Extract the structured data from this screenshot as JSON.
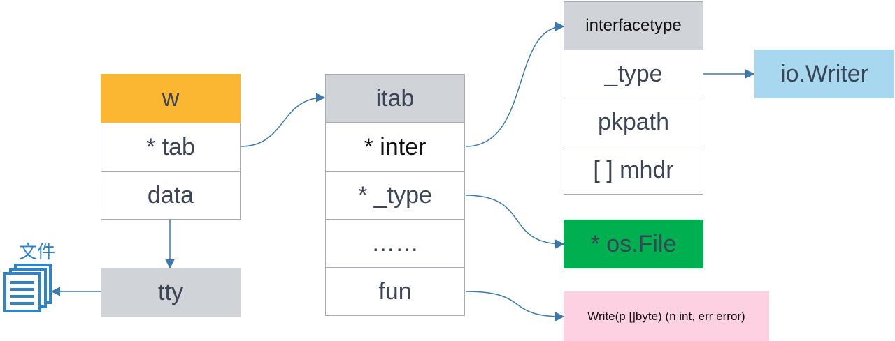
{
  "w_struct": {
    "header": "w",
    "fields": [
      "* tab",
      "data"
    ]
  },
  "tty_box": "tty",
  "file_icon_label": "文件",
  "itab_struct": {
    "header": "itab",
    "fields": [
      "* inter",
      "* _type",
      "……",
      "fun"
    ]
  },
  "interfacetype_struct": {
    "header": "interfacetype",
    "fields": [
      "_type",
      "pkpath",
      "[ ] mhdr"
    ]
  },
  "io_writer": "io.Writer",
  "os_file": "* os.File",
  "write_func": "Write(p []byte) (n int, err error)",
  "colors": {
    "w_header": "#fbb731",
    "gray_header": "#d0d3d8",
    "io_writer_bg": "#a8d8ef",
    "os_file_bg": "#00b050",
    "write_bg": "#fdd1e2",
    "arrow": "#3a7ab0",
    "border": "#a7adb8",
    "text": "#3b4556",
    "icon": "#2f84c9"
  }
}
